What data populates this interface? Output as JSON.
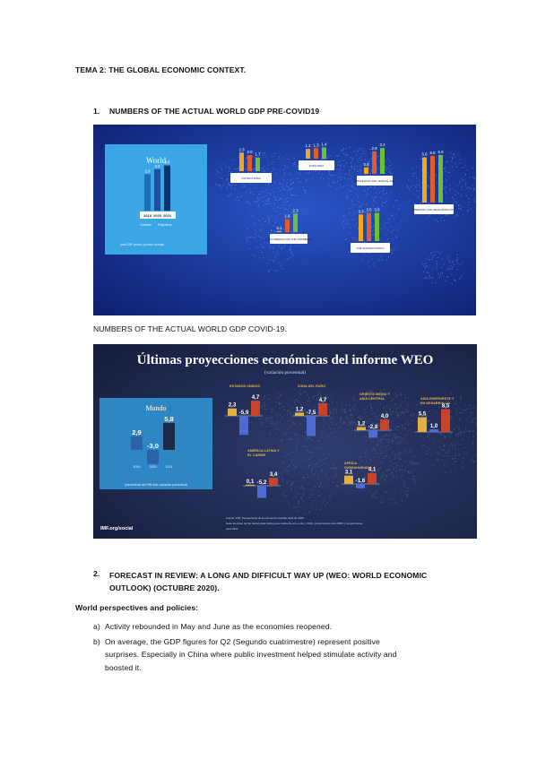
{
  "doc": {
    "heading": "TEMA 2: THE GLOBAL ECONOMIC CONTEXT.",
    "section1_num": "1.",
    "section1_title": "NUMBERS OF THE ACTUAL WORLD GDP PRE-COVID19",
    "fig2_caption": "NUMBERS OF THE ACTUAL WORLD GDP COVID-19.",
    "section2_num": "2.",
    "section2_title_line1": "FORECAST IN REVIEW: A LONG AND DIFFICULT WAY UP (WEO: WORLD ECONOMIC",
    "section2_title_line2": "OUTLOOK) (OCTUBRE 2020).",
    "subhead": "World perspectives and policies:",
    "items": [
      {
        "marker": "a)",
        "lines": [
          "Activity rebounded in May and June as the economies reopened."
        ]
      },
      {
        "marker": "b)",
        "lines": [
          "On average, the GDP figures for Q2 (Segundo cuatrimestre) represent positive",
          "surprises. Especially in China where public investment helped stimulate activity and",
          "boosted it."
        ]
      }
    ]
  },
  "fig1": {
    "world_title": "World",
    "world_values": [
      "2.9",
      "3.3",
      "3.6"
    ],
    "world_years": [
      "2019",
      "2020",
      "2021"
    ],
    "world_sub": [
      "Estimate",
      "Projections"
    ],
    "world_caption": "(real GDP growth, percent change)",
    "regions": [
      {
        "label": "UNITED STATES",
        "values": [
          "2.3",
          "2.0",
          "1.7"
        ]
      },
      {
        "label": "EURO AREA",
        "values": [
          "1.2",
          "1.3",
          "1.4"
        ]
      },
      {
        "label": "MIDDLE EAST AND CENTRAL ASIA",
        "values": [
          "0.8",
          "2.8",
          "3.2"
        ]
      },
      {
        "label": "EMERGING AND DEVELOPING ASIA",
        "values": [
          "5.6",
          "5.8",
          "5.9"
        ]
      },
      {
        "label": "LATIN AMERICA AND THE CARIBBEAN",
        "values": [
          "0.1",
          "1.6",
          "2.3"
        ]
      },
      {
        "label": "SUB-SAHARAN AFRICA",
        "values": [
          "3.3",
          "3.5",
          "3.5"
        ]
      }
    ],
    "colors": {
      "bg": "#14308a",
      "panel": "#3aa6e6",
      "bar1": "#f2a81e",
      "bar2": "#e05c2a",
      "bar3": "#6bbf3a"
    }
  },
  "fig2": {
    "title": "Últimas proyecciones económicas del informe WEO",
    "subtitle": "(variación porcentual)",
    "world_title": "Mundo",
    "world_values": [
      "2,9",
      "-3,0",
      "5,8"
    ],
    "world_years": [
      "2019",
      "2020",
      "2021"
    ],
    "world_caption": "(crecimiento del PIB real, variación porcentual)",
    "regions": [
      {
        "label": "ESTADOS UNIDOS",
        "values": [
          "2,3",
          "-5,9",
          "4,7"
        ]
      },
      {
        "label": "ZONA DEL EURO",
        "values": [
          "1,2",
          "-7,5",
          "4,7"
        ]
      },
      {
        "label": "ORIENTE MEDIO Y ASIA CENTRAL",
        "values": [
          "1,2",
          "-2,8",
          "4,0"
        ]
      },
      {
        "label": "ASIA EMERGENTE Y EN DESARROLLO",
        "values": [
          "5,5",
          "1,0",
          "8,5"
        ]
      },
      {
        "label": "AMÉRICA LATINA Y EL CARIBE",
        "values": [
          "0,1",
          "-5,2",
          "3,4"
        ]
      },
      {
        "label": "ÁFRICA SUBSAHARIANA",
        "values": [
          "3,1",
          "-1,6",
          "4,1"
        ]
      }
    ],
    "source_line1": "Fuente: FMI, Perspectivas de la economía mundial, abril de 2020.",
    "source_line2": "Nota: El orden de las barras para cada grupo indica (de izq. a der.): 2019, proyecciones para 2020, y proyecciones",
    "source_line3": "para 2021.",
    "imf_logo": "IMF.org/social",
    "colors": {
      "bg": "#1f2a52",
      "panel": "#2f86c4"
    }
  }
}
